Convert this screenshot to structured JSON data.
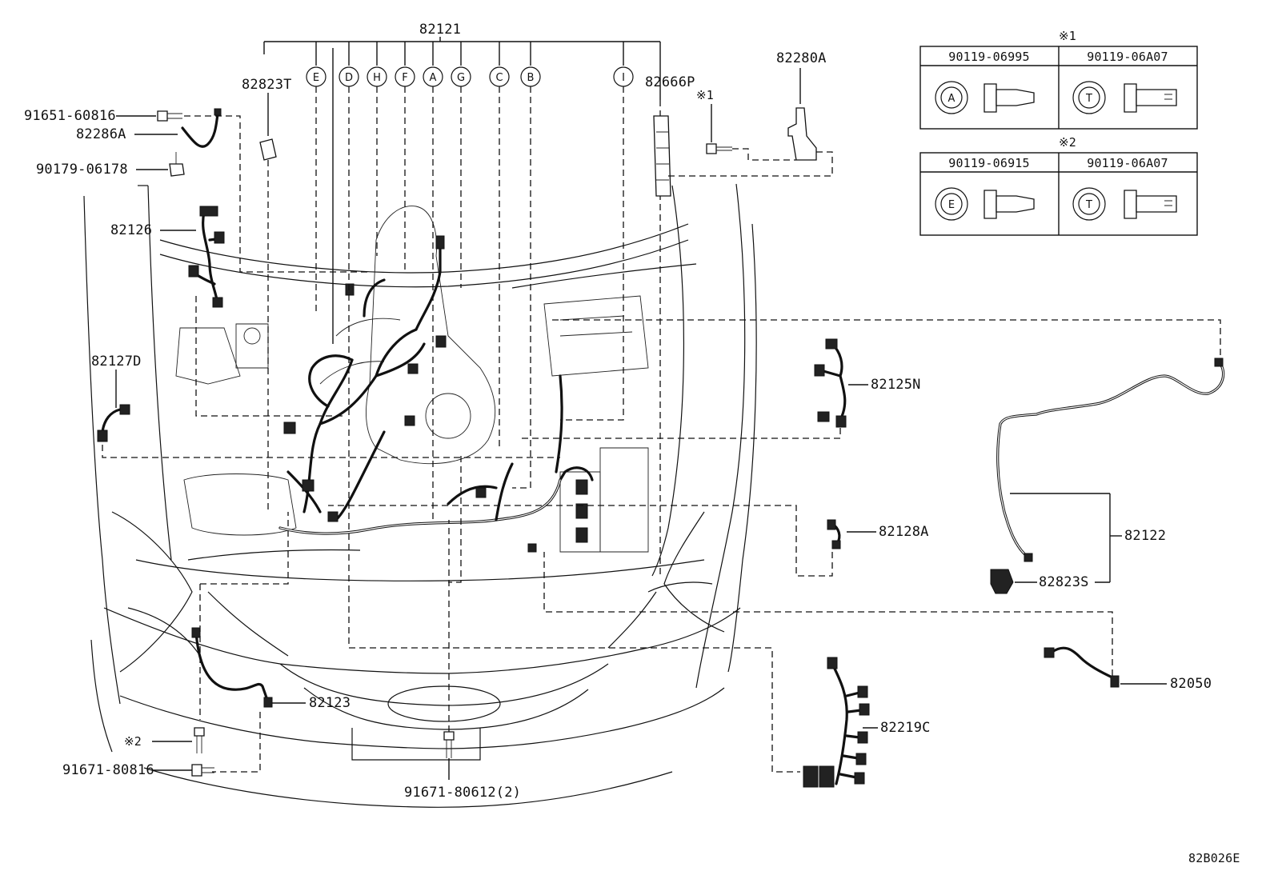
{
  "diagram_code": "82B026E",
  "main_part": "82121",
  "branch_letters": [
    "E",
    "D",
    "H",
    "F",
    "A",
    "G",
    "C",
    "B",
    "I"
  ],
  "labels": {
    "p82823T": "82823T",
    "p82666P": "82666P",
    "p82280A": "82280A",
    "p91651": "91651-60816",
    "p82286A": "82286A",
    "p90179": "90179-06178",
    "p82126": "82126",
    "p82127D": "82127D",
    "p82125N": "82125N",
    "p82128A": "82128A",
    "p82122": "82122",
    "p82823S": "82823S",
    "p82050": "82050",
    "p82123": "82123",
    "p82219C": "82219C",
    "p91671a": "91671-80816",
    "p91671b": "91671-80612(2)",
    "note1": "※1",
    "note2": "※2"
  },
  "ref_table_1": {
    "note": "※1",
    "cols": [
      {
        "part": "90119-06995",
        "symbol": "A"
      },
      {
        "part": "90119-06A07",
        "symbol": "T"
      }
    ]
  },
  "ref_table_2": {
    "note": "※2",
    "cols": [
      {
        "part": "90119-06915",
        "symbol": "E"
      },
      {
        "part": "90119-06A07",
        "symbol": "T"
      }
    ]
  }
}
